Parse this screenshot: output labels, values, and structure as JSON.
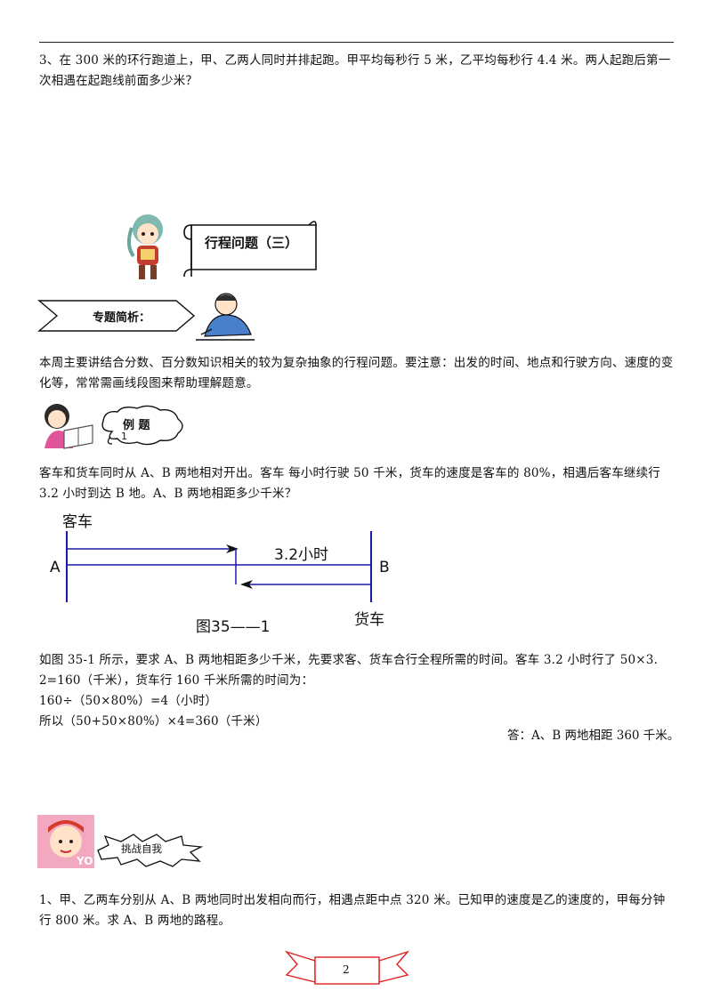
{
  "problem3": "3、在 300 米的环行跑道上，甲、乙两人同时并排起跑。甲平均每秒行 5 米，乙平均每秒行 4.4 米。两人起跑后第一次相遇在起跑线前面多少米？",
  "banner": {
    "title": "行程问题（三）"
  },
  "section_intro": {
    "label": "专题简析："
  },
  "intro_text": "本周主要讲结合分数、百分数知识相关的较为复杂抽象的行程问题。要注意：出发的时间、地点和行驶方向、速度的变化等，常常需画线段图来帮助理解题意。",
  "example": {
    "badge": "例 题",
    "badge_num": "1",
    "problem": "客车和货车同时从 A、B 两地相对开出。客车  每小时行驶 50 千米，货车的速度是客车的 80%，相遇后客车继续行 3.2 小时到达 B 地。A、B 两地相距多少千米？"
  },
  "diagram": {
    "top_label": "客车",
    "left_point": "A",
    "right_point": "B",
    "time_label": "3.2小时",
    "bottom_label": "货车",
    "caption": "图35——1",
    "line_color": "#1a1aa8"
  },
  "solution": {
    "line1": "如图 35-1 所示，要求 A、B 两地相距多少千米，先要求客、货车合行全程所需的时间。客车 3.2 小时行了 50×3. 2=160（千米），货车行 160 千米所需的时间为：",
    "line2": "160÷（50×80%）=4（小时）",
    "line3": "所以（50+50×80%）×4=360（千米）",
    "answer": "答：A、B 两地相距 360 千米。"
  },
  "challenge": {
    "label": "挑战自我",
    "problem1": "1、甲、乙两车分别从 A、B 两地同时出发相向而行，相遇点距中点 320 米。已知甲的速度是乙的速度的，甲每分钟行 800 米。求 A、B 两地的路程。"
  },
  "footer": {
    "page_number": "2",
    "ribbon_color": "#e02020"
  }
}
